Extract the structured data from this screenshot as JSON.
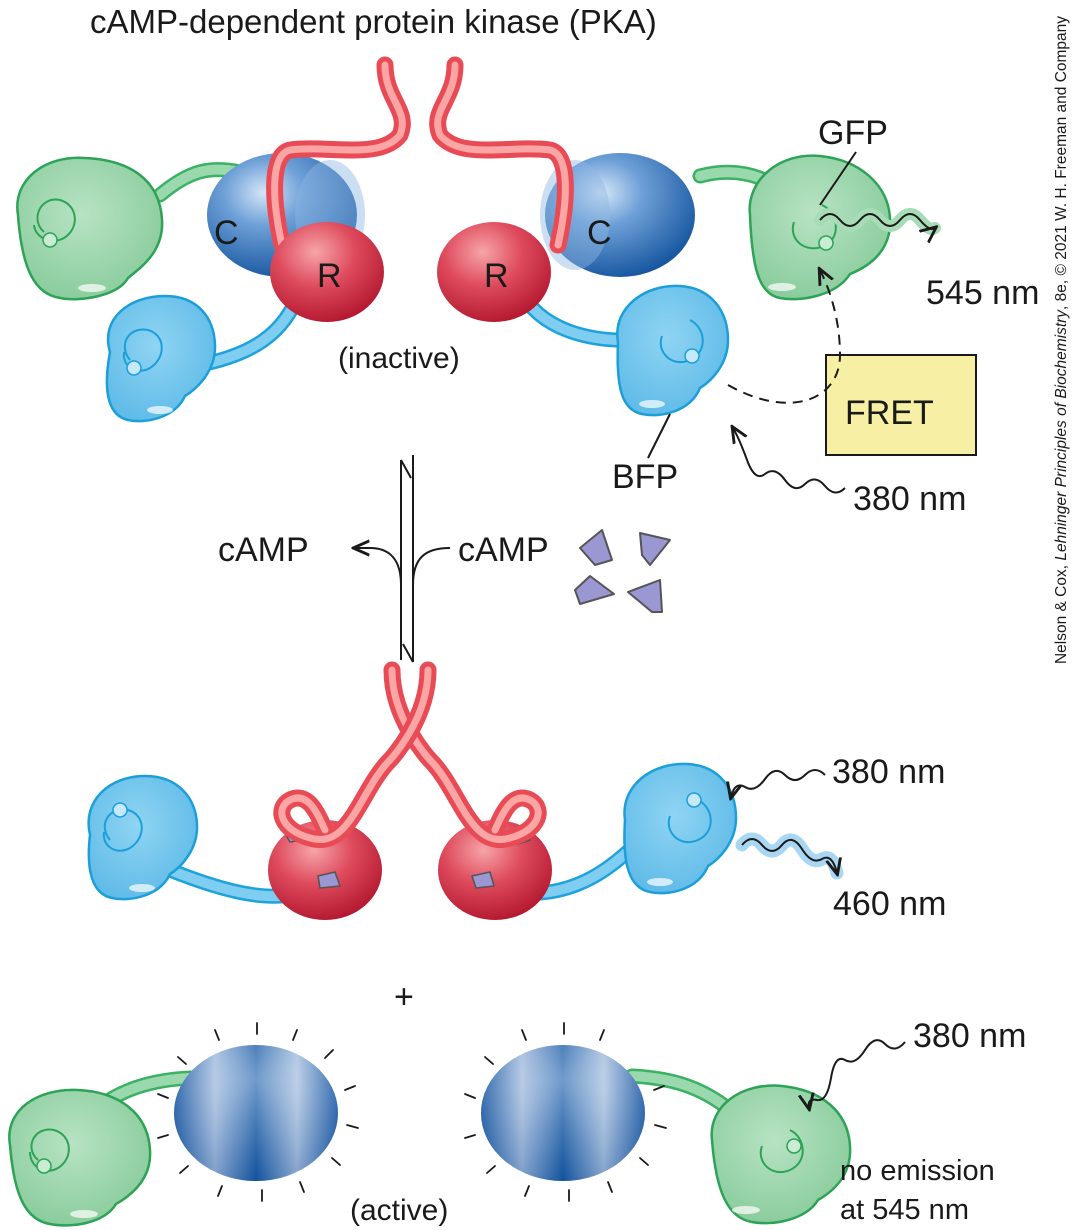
{
  "title": "cAMP-dependent protein kinase (PKA)",
  "labels": {
    "c_left": "C",
    "c_right": "C",
    "r_left": "R",
    "r_right": "R",
    "inactive": "(inactive)",
    "active": "(active)",
    "gfp": "GFP",
    "bfp": "BFP",
    "fret": "FRET",
    "camp_out": "cAMP",
    "camp_in": "cAMP",
    "plus": "+",
    "nm545_top": "545 nm",
    "nm380_top": "380 nm",
    "nm380_mid": "380 nm",
    "nm460": "460 nm",
    "nm380_bottom": "380 nm",
    "no_emission_1": "no emission",
    "no_emission_2": "at 545 nm"
  },
  "credit": {
    "part1": "Nelson & Cox, ",
    "italic": "Lehninger Principles of Biochemistry",
    "part2": ", 8e, © 2021 W. H. Freeman and Company"
  },
  "colors": {
    "catalytic_blue": "#1f6fc0",
    "regulatory_red": "#d4324a",
    "linker_red": "#f06b6b",
    "gfp_green": "#95d3a6",
    "bfp_blue": "#6ec3ec",
    "fret_box": "#f7efa3",
    "camp_purple": "#9b97d3"
  }
}
